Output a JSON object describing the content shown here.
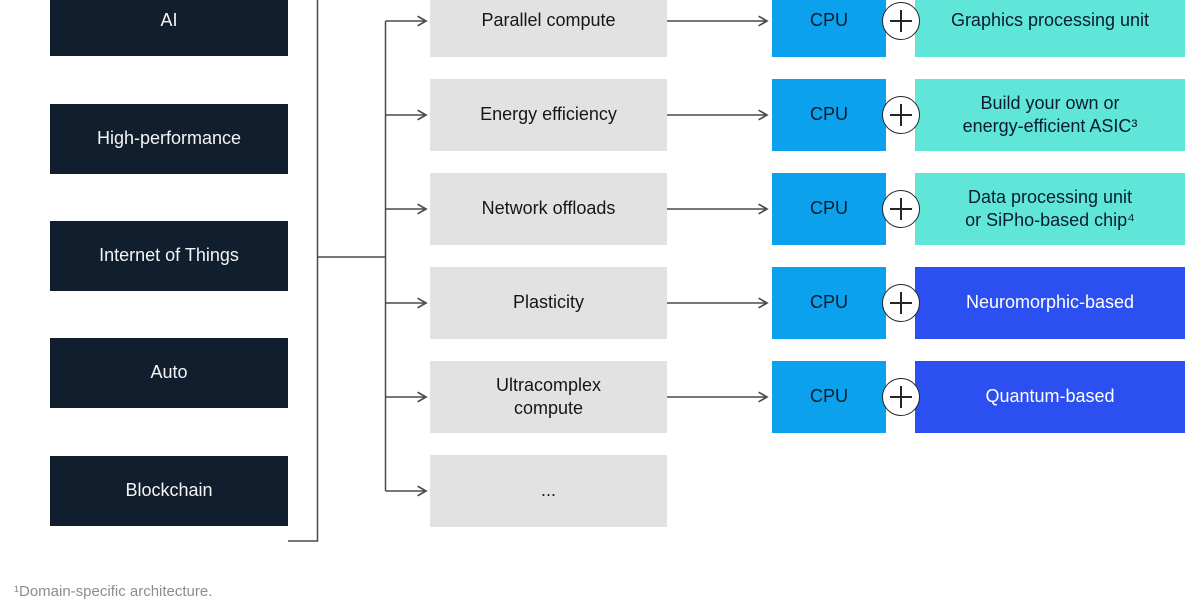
{
  "title": "Domains to compute requirements to processor pairings diagram",
  "colors": {
    "domain_navy": "#101e2e",
    "requirement_grey": "#e2e2e2",
    "cpu_blue": "#0ba1ec",
    "accelerator_teal": "#5fe6d8",
    "accelerator_blue": "#2b4ff0",
    "connector_line": "#4a4a4a",
    "text_dark": "#161616",
    "text_light": "#ffffff",
    "footnote_grey": "#8d8d8d"
  },
  "domains": [
    "AI",
    "High-performance",
    "Internet of Things",
    "Auto",
    "Blockchain"
  ],
  "pipeline_rows": [
    {
      "requirement": "Parallel compute",
      "cpu_label": "CPU",
      "plus": "+",
      "accelerator": "Graphics processing unit",
      "accelerator_color": "#5fe6d8"
    },
    {
      "requirement": "Energy efficiency",
      "cpu_label": "CPU",
      "plus": "+",
      "accelerator": "Build your own or\nenergy-efficient ASIC³",
      "accelerator_color": "#5fe6d8"
    },
    {
      "requirement": "Network offloads",
      "cpu_label": "CPU",
      "plus": "+",
      "accelerator": "Data processing unit\nor SiPho-based chip⁴",
      "accelerator_color": "#5fe6d8"
    },
    {
      "requirement": "Plasticity",
      "cpu_label": "CPU",
      "plus": "+",
      "accelerator": "Neuromorphic-based",
      "accelerator_color": "#2b4ff0"
    },
    {
      "requirement": "Ultracomplex\ncompute",
      "cpu_label": "CPU",
      "plus": "+",
      "accelerator": "Quantum-based",
      "accelerator_color": "#2b4ff0"
    },
    {
      "requirement": "..."
    }
  ],
  "footnote": "¹Domain-specific architecture."
}
